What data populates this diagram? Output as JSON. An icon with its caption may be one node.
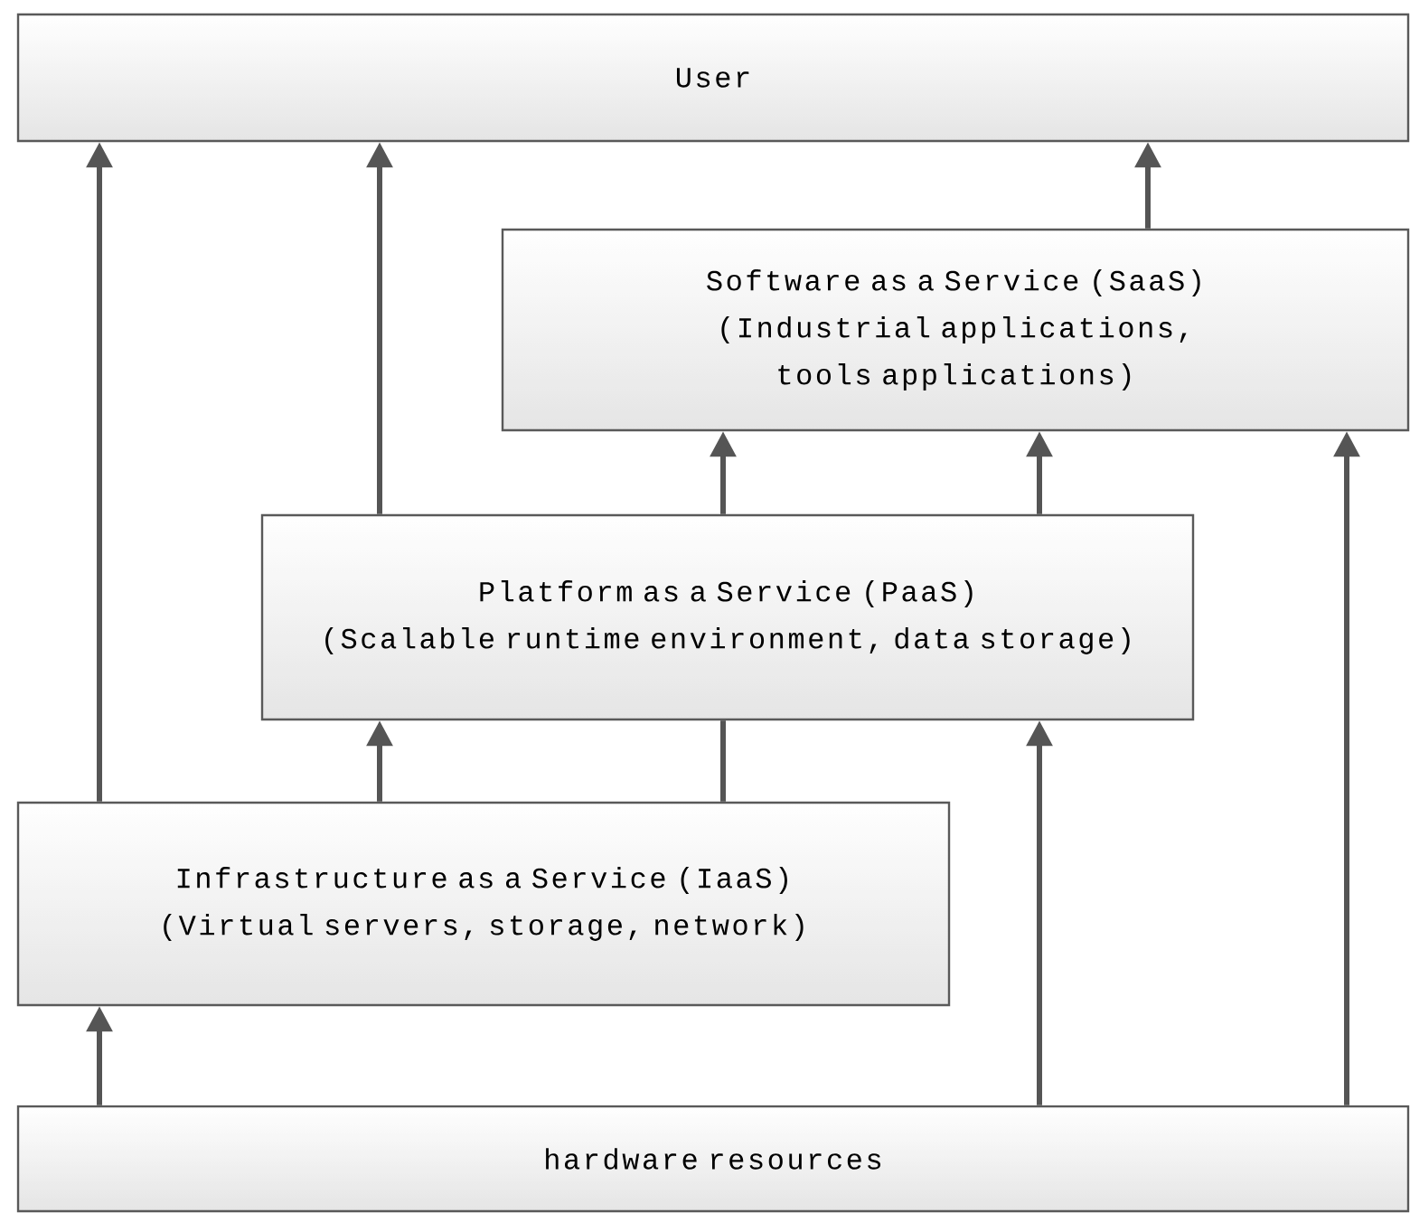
{
  "diagram": {
    "nodes": [
      {
        "text": [
          "User"
        ]
      },
      {
        "text": [
          "Software as a Service (SaaS)",
          "(Industrial applications, tools applications)"
        ]
      },
      {
        "text": [
          "Platform as a Service (PaaS)",
          "(Scalable runtime environment, data storage)"
        ]
      },
      {
        "text": [
          "Infrastructure as a Service (IaaS)",
          "(Virtual servers, storage, network)"
        ]
      },
      {
        "text": [
          "hardware resources"
        ]
      }
    ],
    "edges": [
      {
        "from": 3,
        "to": 0,
        "arrow": "to"
      },
      {
        "from": 2,
        "to": 0,
        "arrow": "to"
      },
      {
        "from": 1,
        "to": 0,
        "arrow": "to"
      },
      {
        "from": 2,
        "to": 1,
        "arrow": "to"
      },
      {
        "from": 2,
        "to": 1,
        "arrow": "to"
      },
      {
        "from": 3,
        "to": 2,
        "arrow": "to"
      },
      {
        "from": 3,
        "to": 2,
        "arrow": "none"
      },
      {
        "from": 4,
        "to": 3,
        "arrow": "to"
      },
      {
        "from": 4,
        "to": 2,
        "arrow": "to"
      },
      {
        "from": 4,
        "to": 1,
        "arrow": "to"
      }
    ]
  }
}
